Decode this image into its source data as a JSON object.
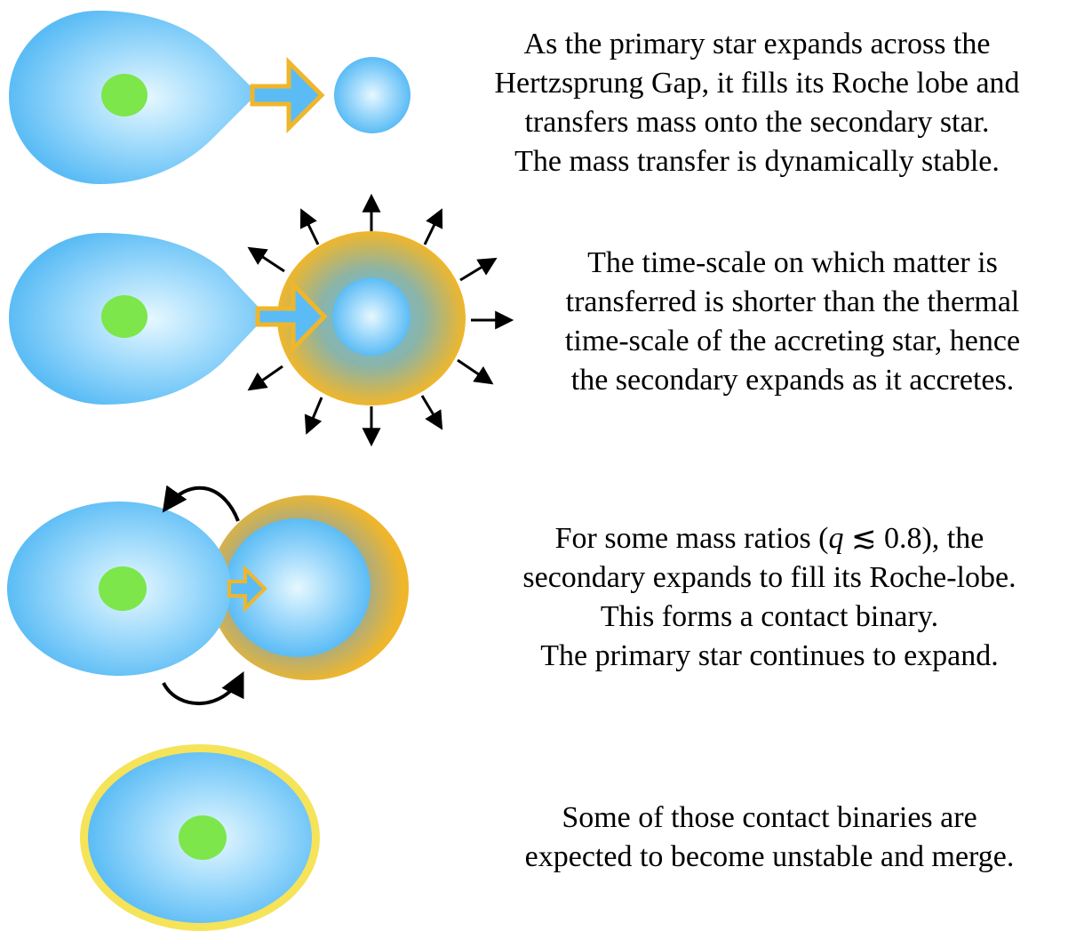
{
  "panels": [
    {
      "id": "stable-transfer",
      "caption": [
        "As the primary star expands across the",
        "Hertzsprung Gap, it fills its Roche lobe and",
        "transfers mass onto the secondary star.",
        "The mass transfer is dynamically stable."
      ]
    },
    {
      "id": "secondary-expands",
      "caption": [
        "The time-scale on which matter is",
        "transferred is shorter than the thermal",
        "time-scale of the accreting star, hence",
        "the secondary expands as it accretes."
      ]
    },
    {
      "id": "contact-binary",
      "caption_line1": {
        "before": "For some mass ratios (",
        "symbol": "q",
        "after": " ≲ 0.8), the"
      },
      "caption": [
        "secondary expands to fill its Roche-lobe.",
        "This forms a contact binary.",
        "The primary star continues to expand."
      ]
    },
    {
      "id": "merger",
      "caption": [
        "Some of those contact binaries are",
        "expected to become unstable and merge."
      ]
    }
  ],
  "colors": {
    "star_blue": "#5bbcf5",
    "star_highlight": "#e6f8ff",
    "core_green": "#7ce64b",
    "envelope_orange": "#f0b62b",
    "merger_rim": "#f5e35a",
    "arrow": "#000000"
  }
}
